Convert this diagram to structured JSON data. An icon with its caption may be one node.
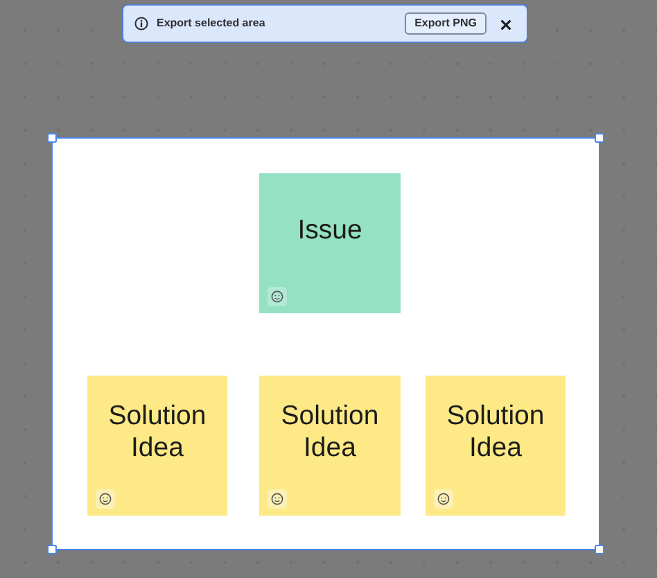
{
  "diagram": {
    "nodes": [
      {
        "text": [],
        "shape": "box"
      },
      {
        "text": [
          "Issue"
        ],
        "in": 0
      },
      {
        "text": [
          "Solution Idea"
        ],
        "in": 0
      },
      {
        "text": [
          "Solution Idea"
        ],
        "in": 0
      },
      {
        "text": [
          "Solution Idea"
        ],
        "in": 0
      }
    ],
    "labels": [
      "Export selected area",
      "Export PNG"
    ]
  }
}
